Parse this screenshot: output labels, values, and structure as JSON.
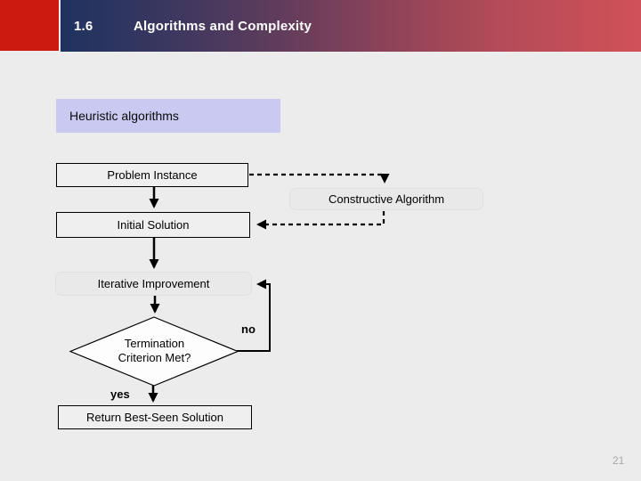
{
  "header": {
    "section_number": "1.6",
    "title": "Algorithms and Complexity"
  },
  "subtitle_box": {
    "label": "Heuristic algorithms"
  },
  "flowchart": {
    "nodes": {
      "problem_instance": "Problem Instance",
      "constructive_algorithm": "Constructive Algorithm",
      "initial_solution": "Initial Solution",
      "iterative_improvement": "Iterative Improvement",
      "termination_line1": "Termination",
      "termination_line2": "Criterion Met?",
      "return_solution": "Return Best-Seen Solution"
    },
    "edge_labels": {
      "no": "no",
      "yes": "yes"
    }
  },
  "footer": {
    "page_number": "21"
  },
  "colors": {
    "accent_red": "#cc1a10",
    "header_gradient_start": "#1e335f",
    "header_gradient_end": "#d15158",
    "subtitle_box_fill": "#c9c9f1",
    "box_fill": "#efefef",
    "rounded_box_fill": "#e9e9e9",
    "background": "#ececec"
  }
}
